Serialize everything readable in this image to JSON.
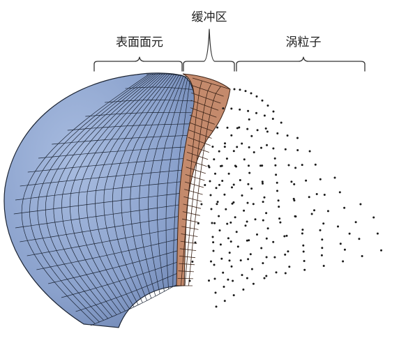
{
  "labels": {
    "surface_panels": "表面面元",
    "buffer_zone": "缓冲区",
    "vortex_particles": "涡粒子"
  },
  "colors": {
    "surface_fill": "#8aa1cc",
    "surface_grid": "#1b2434",
    "buffer_fill": "#c48a6c",
    "buffer_grid": "#3a2216",
    "particles": "#1a1a1a",
    "text": "#222222"
  }
}
